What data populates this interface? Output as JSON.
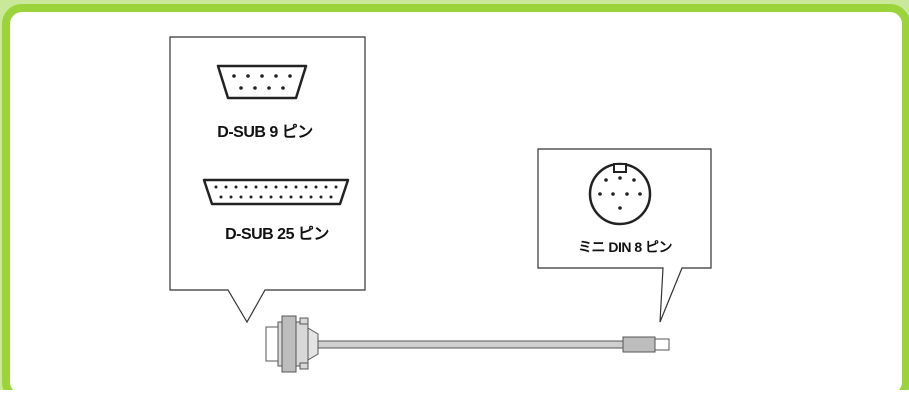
{
  "colors": {
    "frame_border": "#9bd33a",
    "frame_fill": "#ffffff",
    "outer_bg": "#c9e89a",
    "line": "#333333",
    "connector_fill": "#d8d8d8",
    "connector_face": "#bdbdbd"
  },
  "labels": {
    "dsub9": "D-SUB 9 ピン",
    "dsub25": "D-SUB 25 ピン",
    "minidin8": "ミニ DIN 8 ピン"
  },
  "icons": {
    "dsub9": "d-sub-9-pin-connector-icon",
    "dsub25": "d-sub-25-pin-connector-icon",
    "minidin8": "mini-din-8-pin-connector-icon",
    "cable": "serial-cable-icon"
  },
  "pins": {
    "dsub9_top_row": 5,
    "dsub9_bottom_row": 4,
    "dsub25_top_row": 13,
    "dsub25_bottom_row": 12,
    "minidin8_pins": 8
  }
}
